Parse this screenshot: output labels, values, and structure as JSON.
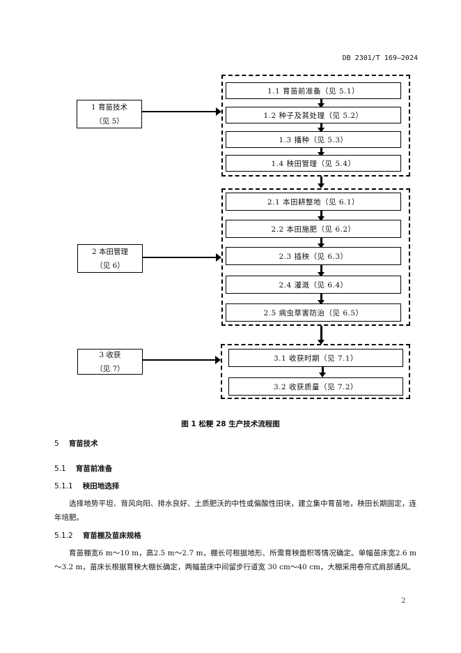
{
  "header": {
    "doc_code": "DB 2301/T 169—2024"
  },
  "flowchart": {
    "phases": [
      {
        "line1": "1 育苗技术",
        "line2": "（见 5）"
      },
      {
        "line1": "2 本田管理",
        "line2": "（见 6）"
      },
      {
        "line1": "3 收获",
        "line2": "（见 7）"
      }
    ],
    "groups": [
      {
        "steps": [
          "1.1 育苗前准备（见 5.1）",
          "1.2 种子及其处理（见 5.2）",
          "1.3 播种（见 5.3）",
          "1.4 秧田管理（见 5.4）"
        ]
      },
      {
        "steps": [
          "2.1 本田耕整地（见 6.1）",
          "2.2 本田施肥（见 6.2）",
          "2.3 插秧（见 6.3）",
          "2.4 灌溉（见 6.4）",
          "2.5 病虫草害防治（见 6.5）"
        ]
      },
      {
        "steps": [
          "3.1 收获时期（见 7.1）",
          "3.2 收获质量（见 7.2）"
        ]
      }
    ],
    "caption": "图 1    松粳 28 生产技术流程图"
  },
  "sections": {
    "s5": {
      "num": "5",
      "title": "育苗技术"
    },
    "s51": {
      "num": "5.1",
      "title": "育苗前准备"
    },
    "s511": {
      "num": "5.1.1",
      "title": "秧田地选择",
      "body": "选择地势平坦、背风向阳、排水良好、土质肥沃的中性或偏酸性田块，建立集中育苗地，秧田长期固定，连年培肥。"
    },
    "s512": {
      "num": "5.1.2",
      "title": "育苗棚及苗床规格",
      "body": "育苗棚宽6 m～10 m，高2.5 m～2.7 m，棚长可根据地形、所需育秧面积等情况确定。单幅苗床宽2.6 m～3.2 m，苗床长根据育秧大棚长确定，两幅苗床中间留步行道宽 30 cm～40 cm，大棚采用卷帘式肩部通风。"
    }
  },
  "footer": {
    "page_number": "2"
  }
}
